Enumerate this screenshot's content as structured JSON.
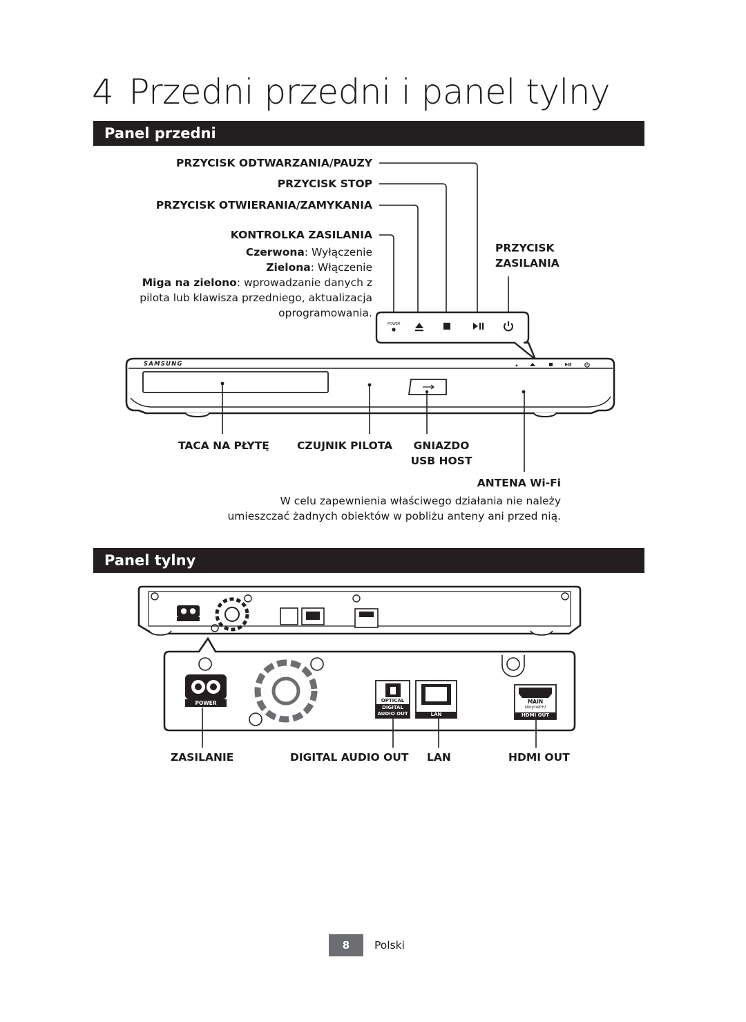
{
  "chapter": {
    "number": "4",
    "title": "Przedni przedni i panel tylny"
  },
  "front": {
    "heading": "Panel przedni",
    "play_pause": "PRZYCISK ODTWARZANIA/PAUZY",
    "stop": "PRZYCISK STOP",
    "open_close": "PRZYCISK OTWIERANIA/ZAMYKANIA",
    "power_led": "KONTROLKA ZASILANIA",
    "red_key": "Czerwona",
    "red_val": ": Wyłączenie",
    "green_key": "Zielona",
    "green_val": ": Włączenie",
    "blink_key": "Miga na zielono",
    "blink_val": ": wprowadzanie danych z",
    "blink_line2": "pilota lub klawisza przedniego, aktualizacja",
    "blink_line3": "oprogramowania.",
    "power_btn_1": "PRZYCISK",
    "power_btn_2": "ZASILANIA",
    "inset_power": "POWER",
    "brand": "SAMSUNG",
    "disc_tray": "TACA NA PŁYTĘ",
    "remote_sensor": "CZUJNIK PILOTA",
    "usb_1": "GNIAZDO",
    "usb_2": "USB HOST",
    "wifi": "ANTENA Wi-Fi",
    "wifi_note_1": "W celu zapewnienia właściwego działania nie należy",
    "wifi_note_2": "umieszczać żadnych obiektów w pobliżu anteny ani przed nią."
  },
  "rear": {
    "heading": "Panel tylny",
    "power_port": "POWER",
    "optical_1": "OPTICAL",
    "optical_2": "DIGITAL",
    "optical_3": "AUDIO OUT",
    "lan_port": "LAN",
    "hdmi_1": "MAIN",
    "hdmi_2": "(Anynet+)",
    "hdmi_3": "HDMI OUT",
    "label_power": "ZASILANIE",
    "label_digital": "DIGITAL AUDIO OUT",
    "label_lan": "LAN",
    "label_hdmi": "HDMI OUT"
  },
  "footer": {
    "page": "8",
    "language": "Polski"
  }
}
